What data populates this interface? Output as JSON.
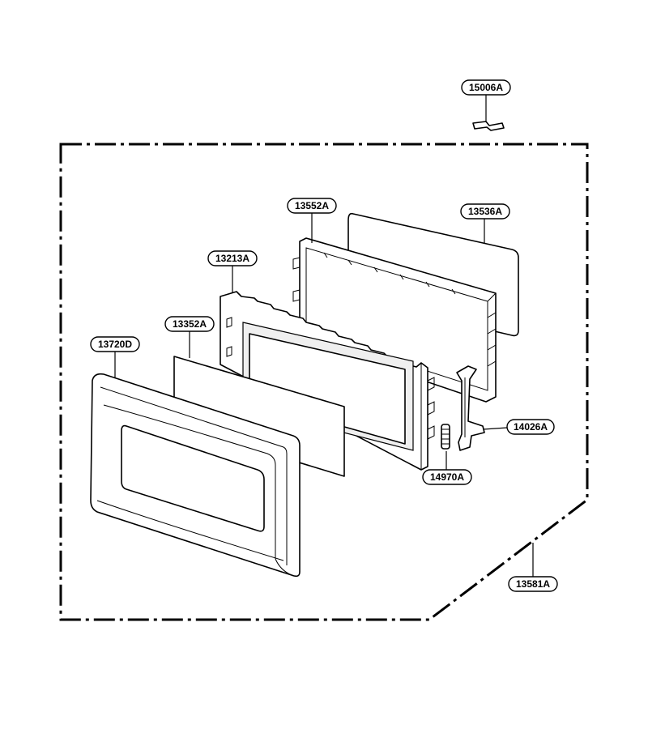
{
  "parts": [
    {
      "id": "part-15006a",
      "label": "15006A"
    },
    {
      "id": "part-13552a",
      "label": "13552A"
    },
    {
      "id": "part-13536a",
      "label": "13536A"
    },
    {
      "id": "part-13213a",
      "label": "13213A"
    },
    {
      "id": "part-13352a",
      "label": "13352A"
    },
    {
      "id": "part-13720d",
      "label": "13720D"
    },
    {
      "id": "part-14026a",
      "label": "14026A"
    },
    {
      "id": "part-14970a",
      "label": "14970A"
    },
    {
      "id": "part-13581a",
      "label": "13581A"
    }
  ]
}
